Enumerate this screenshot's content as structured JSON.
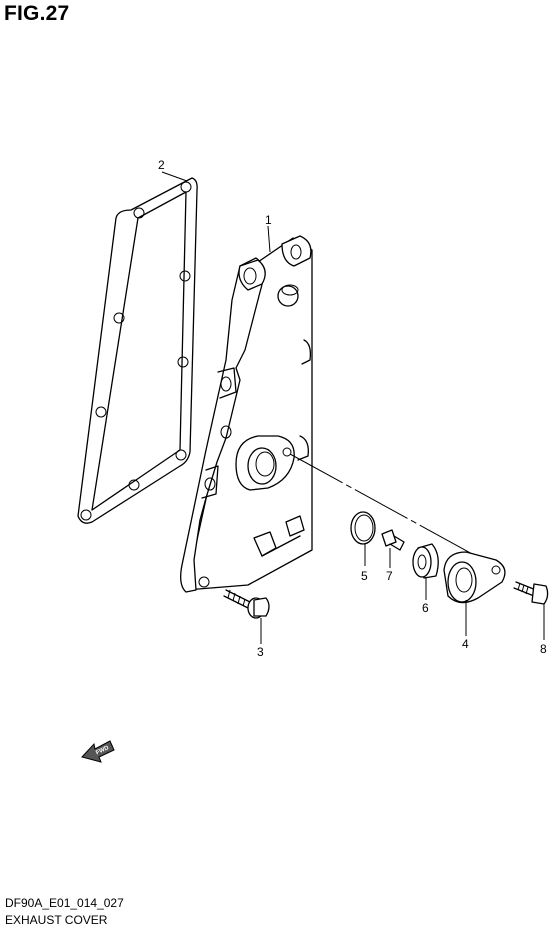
{
  "figure": {
    "title": "FIG.27"
  },
  "footer": {
    "code": "DF90A_E01_014_027",
    "name": "EXHAUST COVER"
  },
  "parts": [
    {
      "id": "1",
      "name": "exhaust-cover"
    },
    {
      "id": "2",
      "name": "exhaust-cover-gasket"
    },
    {
      "id": "3",
      "name": "cover-bolt"
    },
    {
      "id": "4",
      "name": "outlet-flange"
    },
    {
      "id": "5",
      "name": "o-ring"
    },
    {
      "id": "6",
      "name": "collar"
    },
    {
      "id": "7",
      "name": "small-bolt"
    },
    {
      "id": "8",
      "name": "flange-bolt"
    }
  ],
  "fwd_arrow": {
    "label": "FWD"
  }
}
